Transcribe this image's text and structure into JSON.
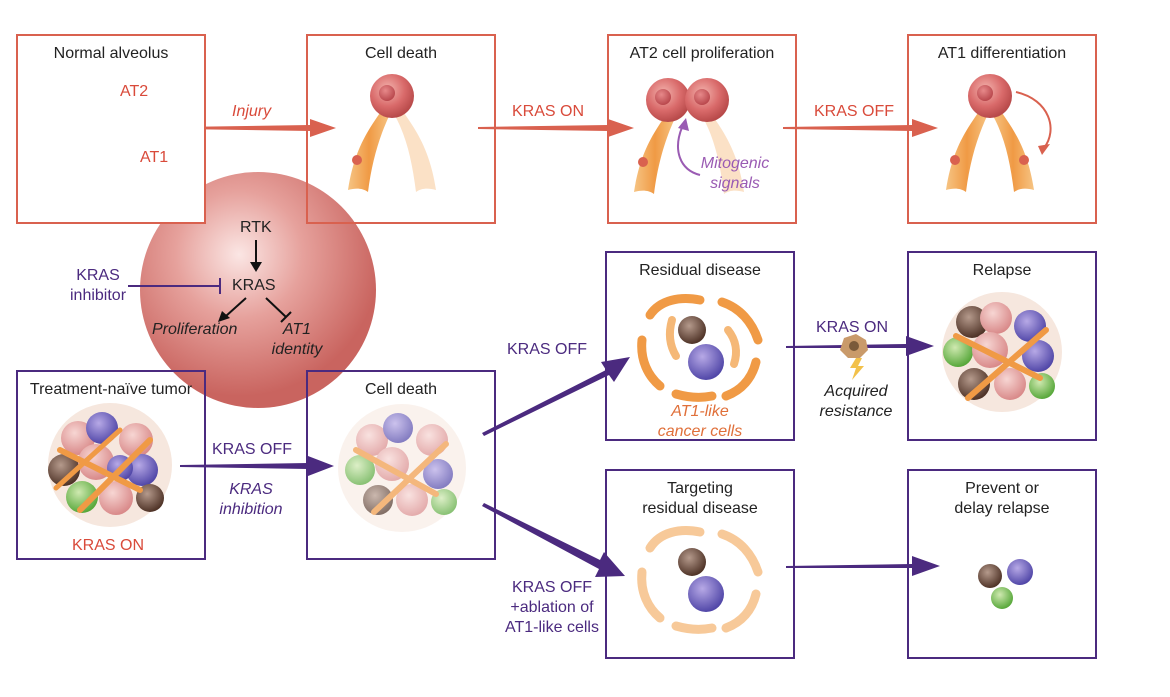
{
  "top_row": {
    "normal_alveolus": {
      "title": "Normal alveolus",
      "at2": "AT2",
      "at1": "AT1"
    },
    "injury": "Injury",
    "cell_death": {
      "title": "Cell death"
    },
    "kras_on": "KRAS ON",
    "at2_proliferation": {
      "title": "AT2 cell proliferation",
      "mitogenic": [
        "Mitogenic",
        "signals"
      ]
    },
    "kras_off": "KRAS OFF",
    "at1_differentiation": {
      "title": "AT1 differentiation"
    }
  },
  "pathway": {
    "rtk": "RTK",
    "kras": "KRAS",
    "proliferation": "Proliferation",
    "at1_identity": [
      "AT1",
      "identity"
    ],
    "inhibitor": [
      "KRAS",
      "inhibitor"
    ]
  },
  "bottom_rows": {
    "treatment_naive": {
      "title": "Treatment-naïve tumor",
      "footer": "KRAS ON"
    },
    "kras_off_mid": "KRAS OFF",
    "kras_inhibition": [
      "KRAS",
      "inhibition"
    ],
    "cell_death": {
      "title": "Cell death"
    },
    "kras_off_upper": "KRAS OFF",
    "residual_disease": {
      "title": "Residual disease",
      "caption": [
        "AT1-like",
        "cancer cells"
      ]
    },
    "relapse_arrow": {
      "label": "KRAS ON",
      "resistance": [
        "Acquired",
        "resistance"
      ]
    },
    "relapse": {
      "title": "Relapse"
    },
    "kras_off_ablation": [
      "KRAS OFF",
      "+ablation of",
      "AT1-like cells"
    ],
    "targeting_residual": {
      "title": [
        "Targeting",
        "residual disease"
      ]
    },
    "prevent_relapse": {
      "title": [
        "Prevent or",
        "delay relapse"
      ]
    }
  },
  "colors": {
    "red_accent": "#d9614f",
    "purple_accent": "#4b2a7f",
    "at2_cell": "#d96a6a",
    "at1_cell": "#f2a65a",
    "mitogenic": "#9a5bb3"
  }
}
